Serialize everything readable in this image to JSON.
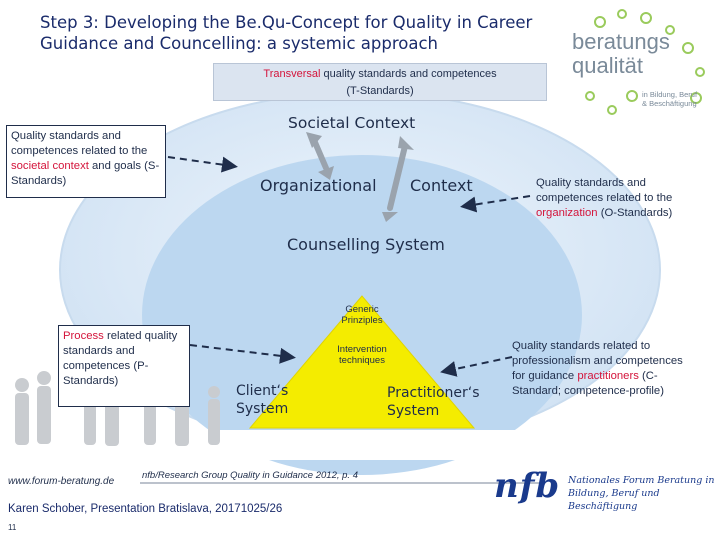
{
  "title": "Step 3: Developing the Be.Qu-Concept for Quality in Career Guidance and Councelling: a systemic approach",
  "t_standards": {
    "highlight": "Transversal",
    "rest": " quality standards and competences",
    "code": "(T-Standards)"
  },
  "s_standards": {
    "line1": "Quality standards and competences related to the ",
    "highlight": "societal context",
    "line2": " and goals (S-Standards)"
  },
  "o_standards": {
    "line1": "Quality standards and competences related to the ",
    "highlight": "organization",
    "line2": " (O-Standards)"
  },
  "p_standards": {
    "highlight": "Process",
    "rest": " related quality standards and competences (P-Standards)"
  },
  "c_standards": {
    "line1": "Quality standards related to professionalism and competences for guidance ",
    "highlight": "practitioners",
    "line2": " (C-Standard; competence-profile)"
  },
  "diagram": {
    "societal": "Societal Context",
    "org_left": "Organizational",
    "org_right": "Context",
    "counselling": "Counselling System",
    "generic": "Generic Prinziples",
    "intervention": "Intervention techniques",
    "client": "Client‘s System",
    "practitioner": "Practitioner‘s System"
  },
  "logo_top": {
    "word1": "beratungs",
    "word2": "qualität",
    "line3": "in Bildung, Beruf",
    "line4": "& Beschäftigung"
  },
  "logo_bottom": {
    "mark": "nfb",
    "line1": "Nationales Forum Beratung in",
    "line2": "Bildung, Beruf und Beschäftigung"
  },
  "footer": {
    "url": "www.forum-beratung.de",
    "source": "nfb/Research Group Quality in Guidance 2012, p. 4",
    "presenter": "Karen Schober, Presentation Bratislava,  20171025",
    "page_frac": "/26",
    "slide_no": "11"
  },
  "colors": {
    "accent_red": "#d4143b",
    "navy": "#1a2b6b",
    "ellipse_outer": "#d7e6f5",
    "ellipse_inner": "#bcd7f0",
    "triangle": "#f4ec00"
  }
}
